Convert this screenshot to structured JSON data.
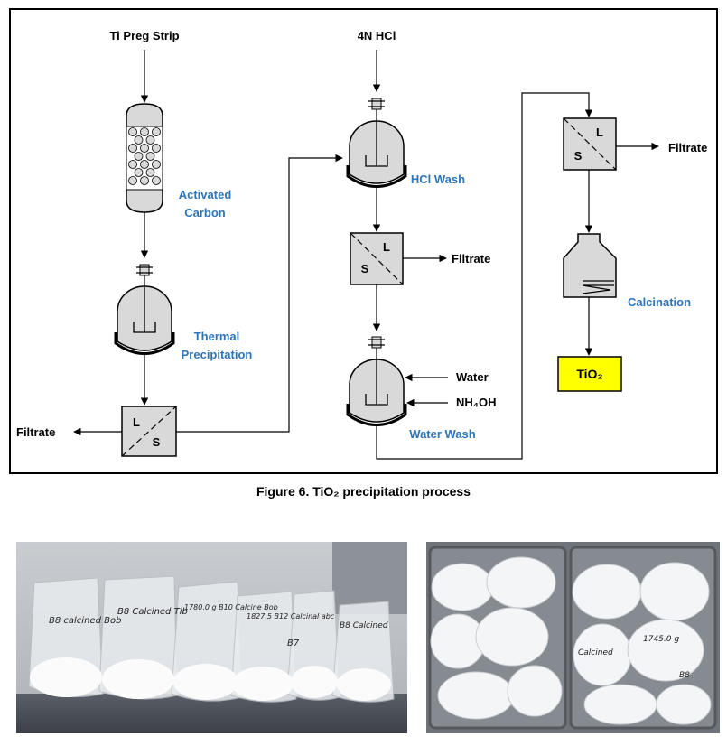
{
  "diagram": {
    "inputs": {
      "ti_preg_strip": "Ti Preg Strip",
      "hcl_4n": "4N HCl",
      "water": "Water",
      "nh4oh": "NH₄OH"
    },
    "units": {
      "activated_carbon_line1": "Activated",
      "activated_carbon_line2": "Carbon",
      "thermal_precipitation_line1": "Thermal",
      "thermal_precipitation_line2": "Precipitation",
      "hcl_wash": "HCl Wash",
      "water_wash": "Water Wash",
      "calcination": "Calcination"
    },
    "outputs": {
      "filtrate_1": "Filtrate",
      "filtrate_2": "Filtrate",
      "filtrate_3": "Filtrate",
      "product": "TiO₂"
    },
    "separator_labels": {
      "liquid": "L",
      "solid": "S"
    },
    "colors": {
      "equipment_fill": "#d9d9d9",
      "label_blue": "#2e75b6",
      "product_fill": "#ffff00"
    }
  },
  "caption": "Figure 6.  TiO₂ precipitation process",
  "photos": {
    "left": {
      "bag_labels": [
        "B8 calcined Bob",
        "B8 Calcined Tib",
        "1780.0 g B10 Calcine Bob",
        "1827.5 B12 Calcinal abc",
        "B8 Calcined",
        "B7"
      ]
    },
    "right": {
      "bag_labels": [
        "Calcined",
        "1745.0 g",
        "B8"
      ]
    }
  }
}
